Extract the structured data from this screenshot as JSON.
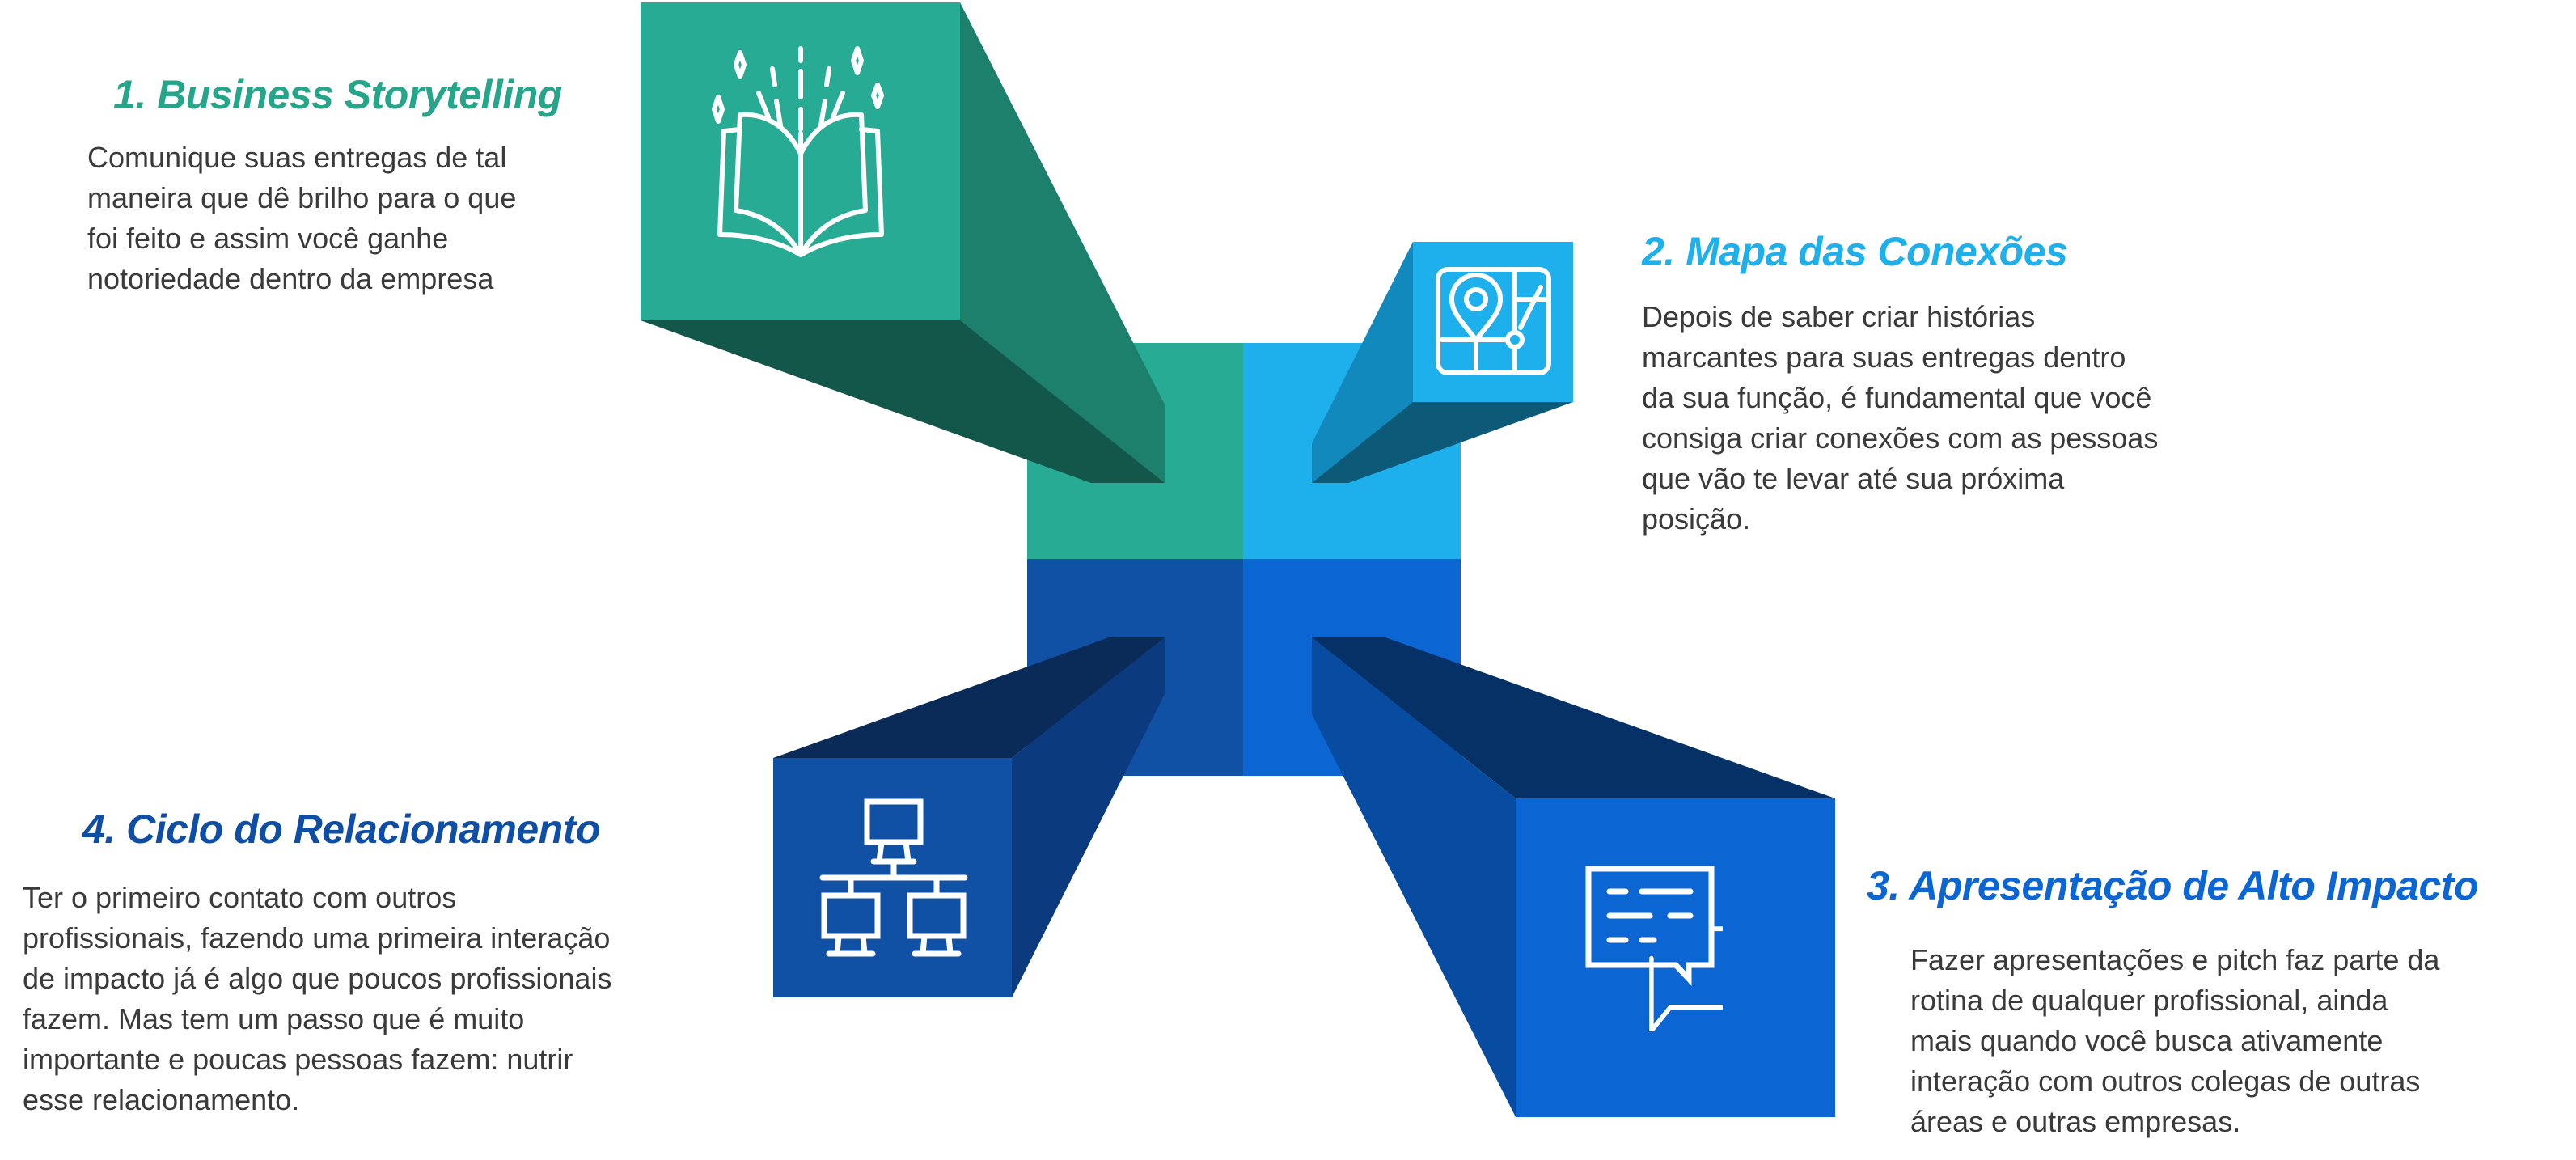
{
  "colors": {
    "teal": "#27ab94",
    "light_blue": "#1db0ec",
    "dark_blue": "#1050a5",
    "mid_blue": "#0b66d4",
    "body_text": "#3a3a3a"
  },
  "steps": [
    {
      "title": "1. Business Storytelling",
      "color": "#25a58a",
      "icon": "open-book-icon",
      "lines": [
        "Comunique suas entregas de tal",
        "maneira que dê brilho para o que",
        "foi feito e assim você ganhe",
        "notoriedade dentro da empresa"
      ]
    },
    {
      "title": "2. Mapa das Conexões",
      "color": "#1db0ea",
      "icon": "map-pin-icon",
      "lines": [
        "Depois de saber criar histórias",
        "marcantes para suas entregas dentro",
        "da sua função, é fundamental que você",
        "consiga criar conexões com as pessoas",
        "que vão te levar até sua próxima",
        "posição."
      ]
    },
    {
      "title": "3. Apresentação de Alto Impacto",
      "color": "#0b66d4",
      "icon": "chat-bubbles-icon",
      "lines": [
        "Fazer apresentações e pitch faz parte da",
        "rotina de qualquer profissional, ainda",
        "mais quando você busca ativamente",
        "interação com outros colegas de outras",
        "áreas e outras empresas."
      ]
    },
    {
      "title": "4. Ciclo do Relacionamento",
      "color": "#0f4ea5",
      "icon": "network-computers-icon",
      "lines": [
        "Ter o primeiro contato com outros",
        "profissionais, fazendo uma primeira interação",
        "de impacto já é algo que poucos profissionais",
        "fazem. Mas tem um passo que é muito",
        "importante e poucas pessoas fazem: nutrir",
        "esse relacionamento."
      ]
    }
  ]
}
